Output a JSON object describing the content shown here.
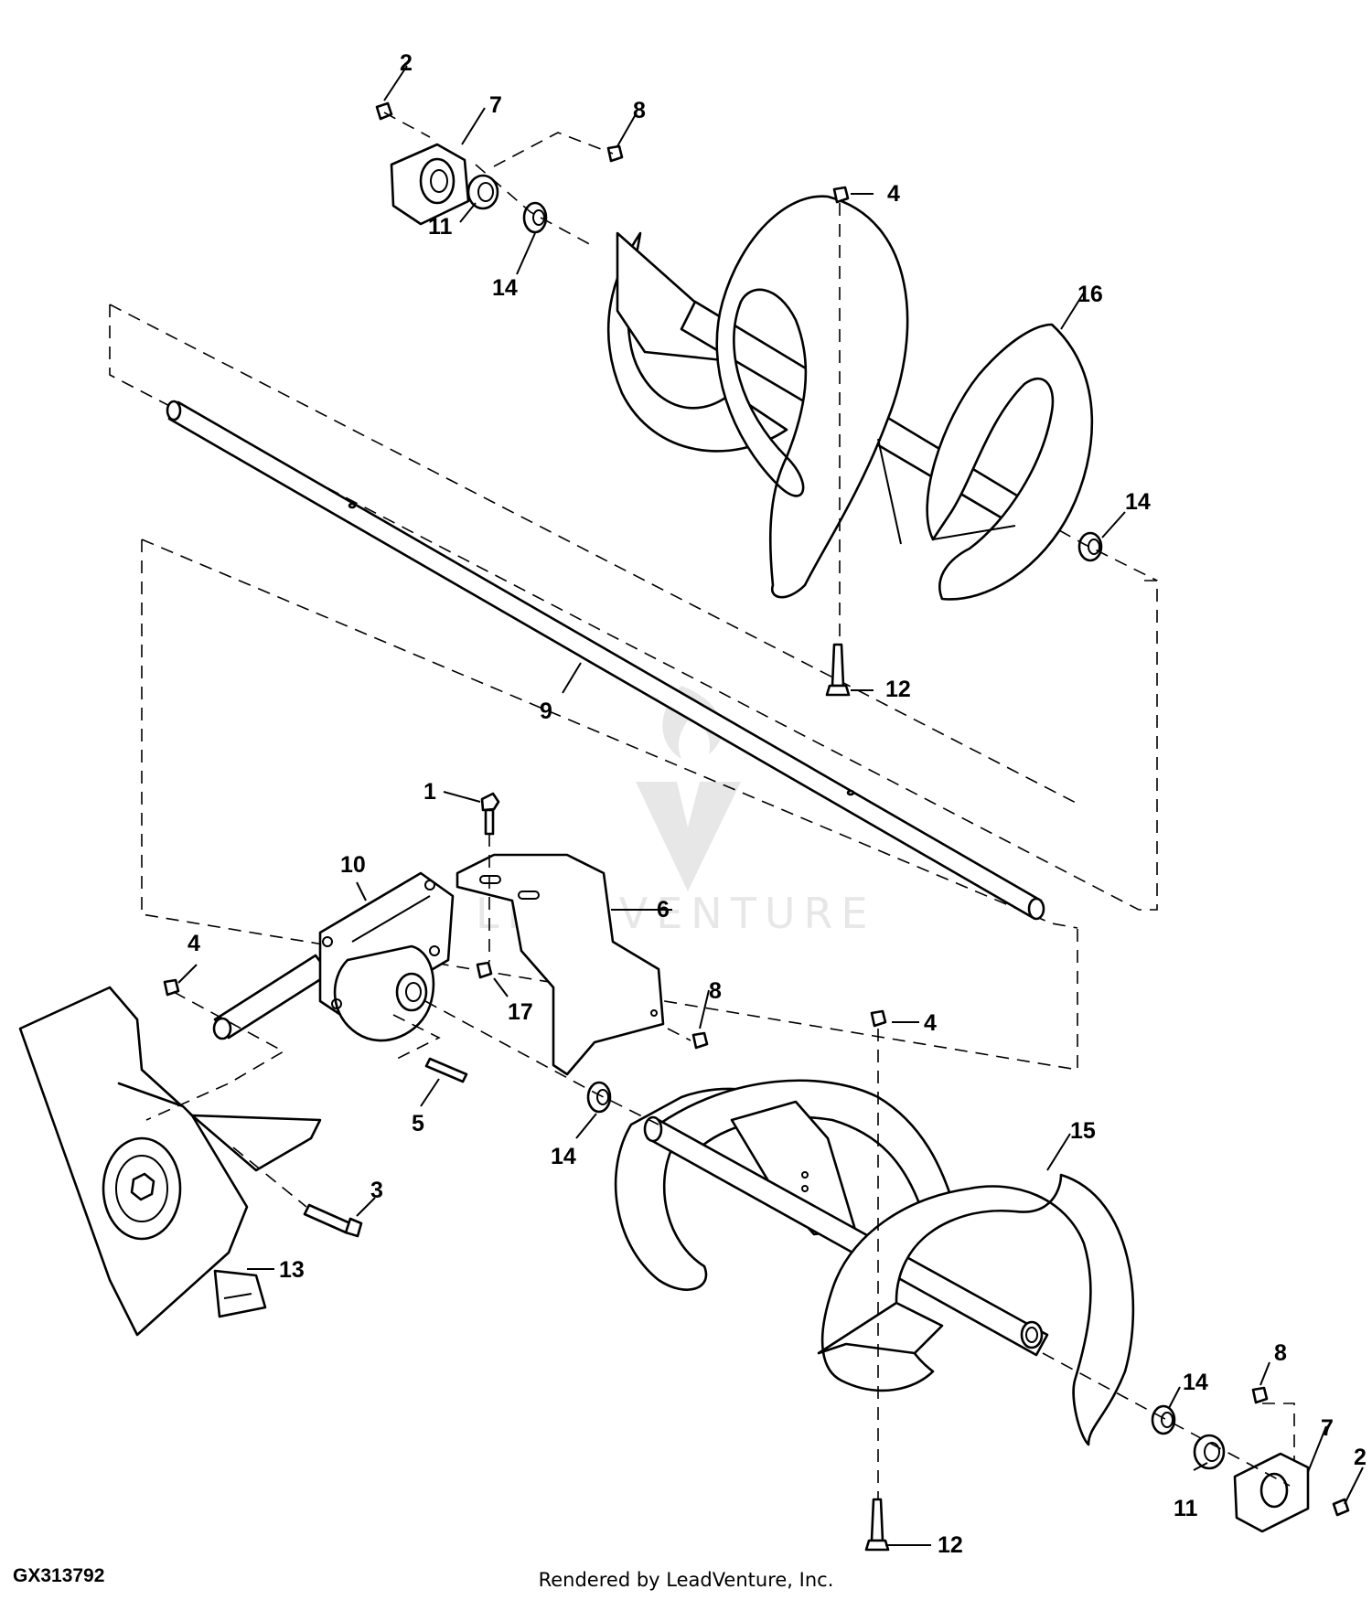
{
  "figure_id": "GX313792",
  "credit": "Rendered by LeadVenture, Inc.",
  "watermark": "LEADVENTURE",
  "callouts": {
    "c1": "1",
    "c2_top": "2",
    "c2_bottom": "2",
    "c3": "3",
    "c4_top": "4",
    "c4_left": "4",
    "c4_right": "4",
    "c5": "5",
    "c6": "6",
    "c7_top": "7",
    "c7_bottom": "7",
    "c8_top": "8",
    "c8_mid": "8",
    "c8_bottom": "8",
    "c9": "9",
    "c10": "10",
    "c11_top": "11",
    "c11_bottom": "11",
    "c12_top": "12",
    "c12_bottom": "12",
    "c13": "13",
    "c14_top": "14",
    "c14_right": "14",
    "c14_mid": "14",
    "c14_bottom": "14",
    "c15": "15",
    "c16": "16",
    "c17": "17"
  }
}
